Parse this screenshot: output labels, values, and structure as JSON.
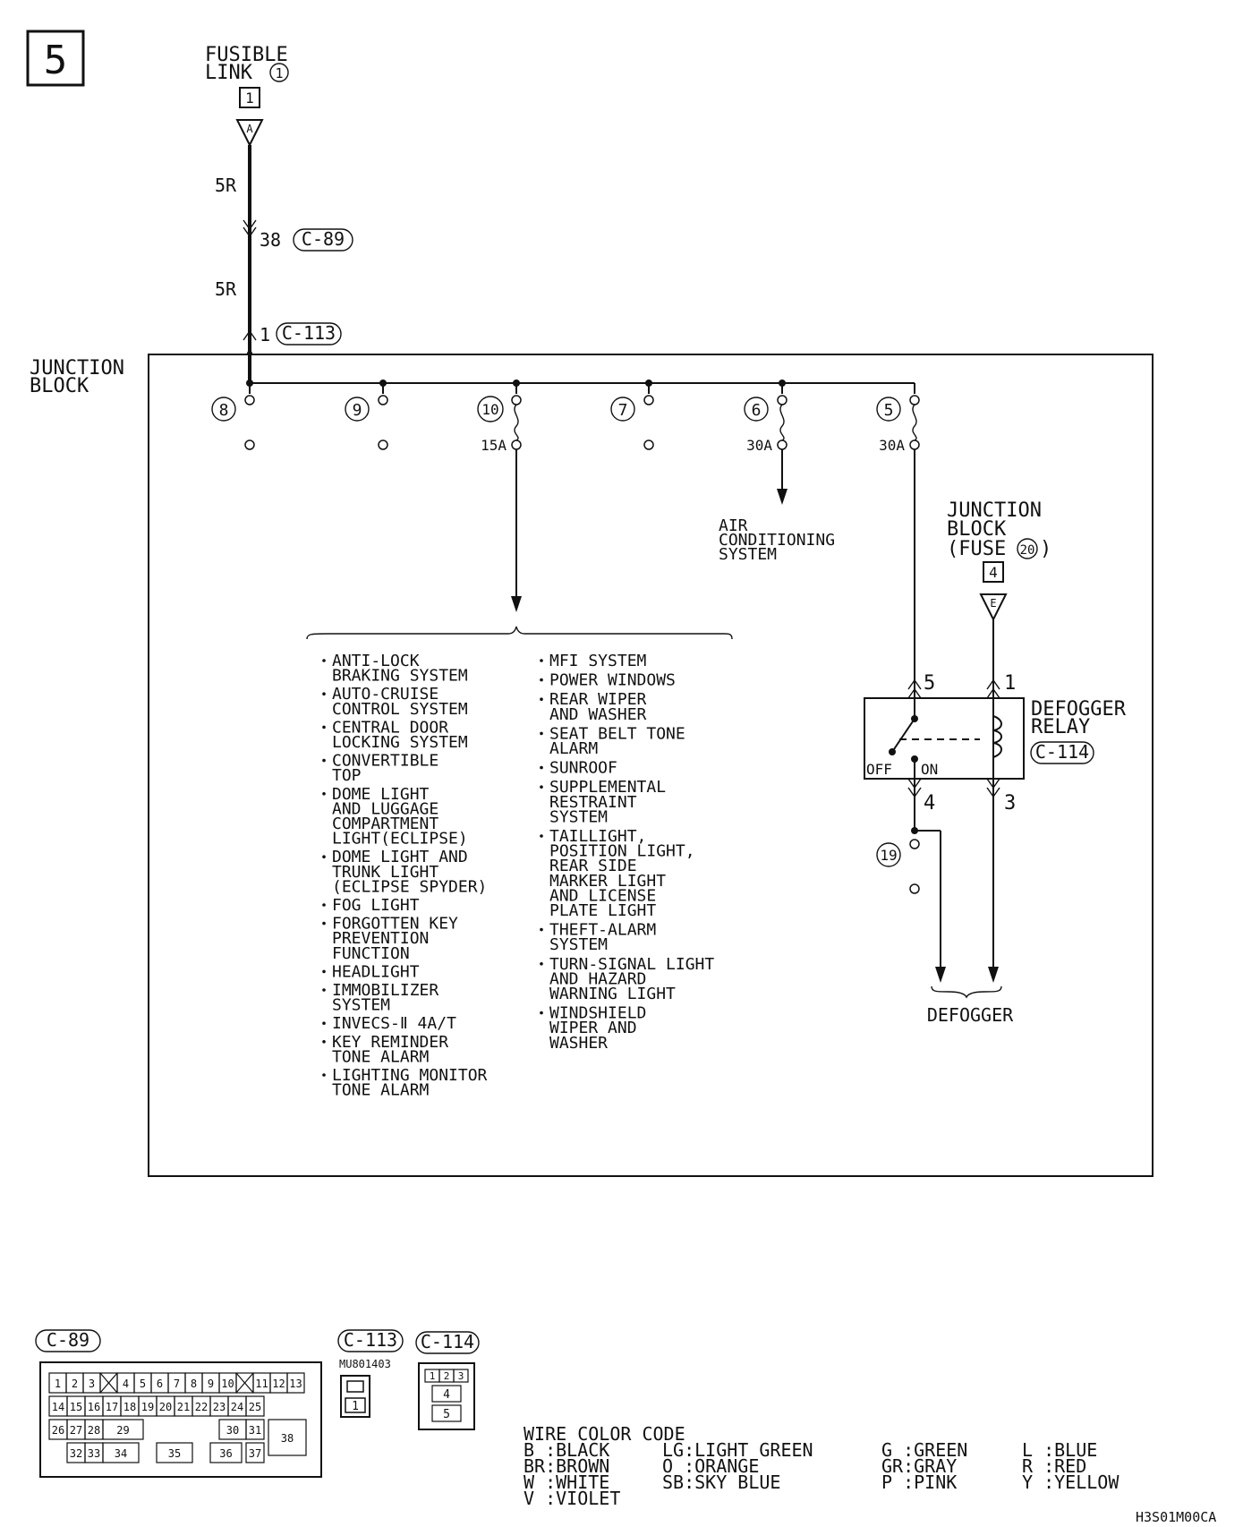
{
  "page_number": "5",
  "fusible_link": {
    "line1": "FUSIBLE",
    "line2": "LINK",
    "circ": "1",
    "box": "1",
    "tri": "A"
  },
  "wire_5r": "5R",
  "c89_pin": "38",
  "c113_pin": "1",
  "conn_c89": "C-89",
  "conn_c113": "C-113",
  "conn_c114": "C-114",
  "junction_block": {
    "line1": "JUNCTION",
    "line2": "BLOCK"
  },
  "fuses": [
    {
      "num": "8",
      "amp": ""
    },
    {
      "num": "9",
      "amp": ""
    },
    {
      "num": "10",
      "amp": "15A"
    },
    {
      "num": "7",
      "amp": ""
    },
    {
      "num": "6",
      "amp": "30A"
    },
    {
      "num": "5",
      "amp": "30A"
    }
  ],
  "ac_system": [
    "AIR",
    "CONDITIONING",
    "SYSTEM"
  ],
  "jb_fuse20": {
    "line1": "JUNCTION",
    "line2": "BLOCK",
    "line3a": "(FUSE",
    "circ": "20",
    "line3b": ")",
    "box": "4",
    "tri": "E"
  },
  "relay": {
    "line1": "DEFOGGER",
    "line2": "RELAY",
    "off": "OFF",
    "on": "ON",
    "p5": "5",
    "p1": "1",
    "p4": "4",
    "p3": "3"
  },
  "splice": "19",
  "defogger": "DEFOGGER",
  "systems_left": [
    [
      "ANTI-LOCK",
      "BRAKING SYSTEM"
    ],
    [
      "AUTO-CRUISE",
      "CONTROL SYSTEM"
    ],
    [
      "CENTRAL DOOR",
      "LOCKING SYSTEM"
    ],
    [
      "CONVERTIBLE",
      "TOP"
    ],
    [
      "DOME LIGHT",
      "AND LUGGAGE",
      "COMPARTMENT",
      "LIGHT(ECLIPSE)"
    ],
    [
      "DOME LIGHT AND",
      "TRUNK LIGHT",
      "(ECLIPSE SPYDER)"
    ],
    [
      "FOG LIGHT"
    ],
    [
      "FORGOTTEN KEY",
      "PREVENTION",
      "FUNCTION"
    ],
    [
      "HEADLIGHT"
    ],
    [
      "IMMOBILIZER",
      "SYSTEM"
    ],
    [
      "INVECS-Ⅱ 4A/T"
    ],
    [
      "KEY REMINDER",
      "TONE ALARM"
    ],
    [
      "LIGHTING MONITOR",
      "TONE ALARM"
    ]
  ],
  "systems_right": [
    [
      "MFI SYSTEM"
    ],
    [
      "POWER WINDOWS"
    ],
    [
      "REAR WIPER",
      "AND WASHER"
    ],
    [
      "SEAT BELT TONE",
      "ALARM"
    ],
    [
      "SUNROOF"
    ],
    [
      "SUPPLEMENTAL",
      "RESTRAINT",
      "SYSTEM"
    ],
    [
      "TAILLIGHT,",
      "POSITION LIGHT,",
      "REAR SIDE",
      "MARKER LIGHT",
      "AND LICENSE",
      "PLATE LIGHT"
    ],
    [
      "THEFT-ALARM",
      "SYSTEM"
    ],
    [
      "TURN-SIGNAL LIGHT",
      "AND HAZARD",
      "WARNING LIGHT"
    ],
    [
      "WINDSHIELD",
      "WIPER AND",
      "WASHER"
    ]
  ],
  "connector_c89_pins": {
    "row1": [
      "1",
      "2",
      "3",
      "",
      "4",
      "5",
      "6",
      "7",
      "8",
      "9",
      "10",
      "",
      "11",
      "12",
      "13"
    ],
    "row2": [
      "14",
      "15",
      "16",
      "17",
      "18",
      "19",
      "20",
      "21",
      "22",
      "23",
      "24",
      "25"
    ],
    "row3": [
      "26",
      "27",
      "28",
      "29",
      "30",
      "31",
      "38"
    ],
    "row4": [
      "32",
      "33",
      "34",
      "35",
      "36",
      "37"
    ]
  },
  "c113_part": "MU801403",
  "c113_pin_label": "1",
  "c114_pins": [
    "1",
    "2",
    "3",
    "4",
    "5"
  ],
  "wire_color_code": {
    "title": "WIRE COLOR CODE",
    "col1": [
      "B :BLACK",
      "BR:BROWN",
      "W :WHITE",
      "V :VIOLET"
    ],
    "col2": [
      "LG:LIGHT GREEN",
      "O :ORANGE",
      "SB:SKY BLUE"
    ],
    "col3": [
      "G :GREEN",
      "GR:GRAY",
      "P :PINK"
    ],
    "col4": [
      "L :BLUE",
      "R :RED",
      "Y :YELLOW"
    ]
  },
  "figure_code": "H3S01M00CA"
}
